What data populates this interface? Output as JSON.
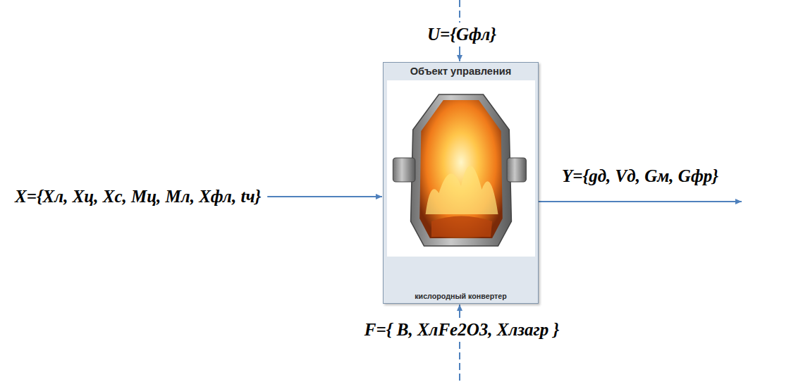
{
  "diagram": {
    "nodes": [
      {
        "text": [
          "Объект управления",
          "кислородный конвертер"
        ]
      }
    ],
    "labels": [
      "U={Gфл}",
      "X={Xл, Xц, Xс, Mц, Mл, Xфл, tч}",
      "Y={gд, Vд, Gм, Gфр}",
      "F={ B, XлFe2O3, Xлзагр }"
    ]
  }
}
